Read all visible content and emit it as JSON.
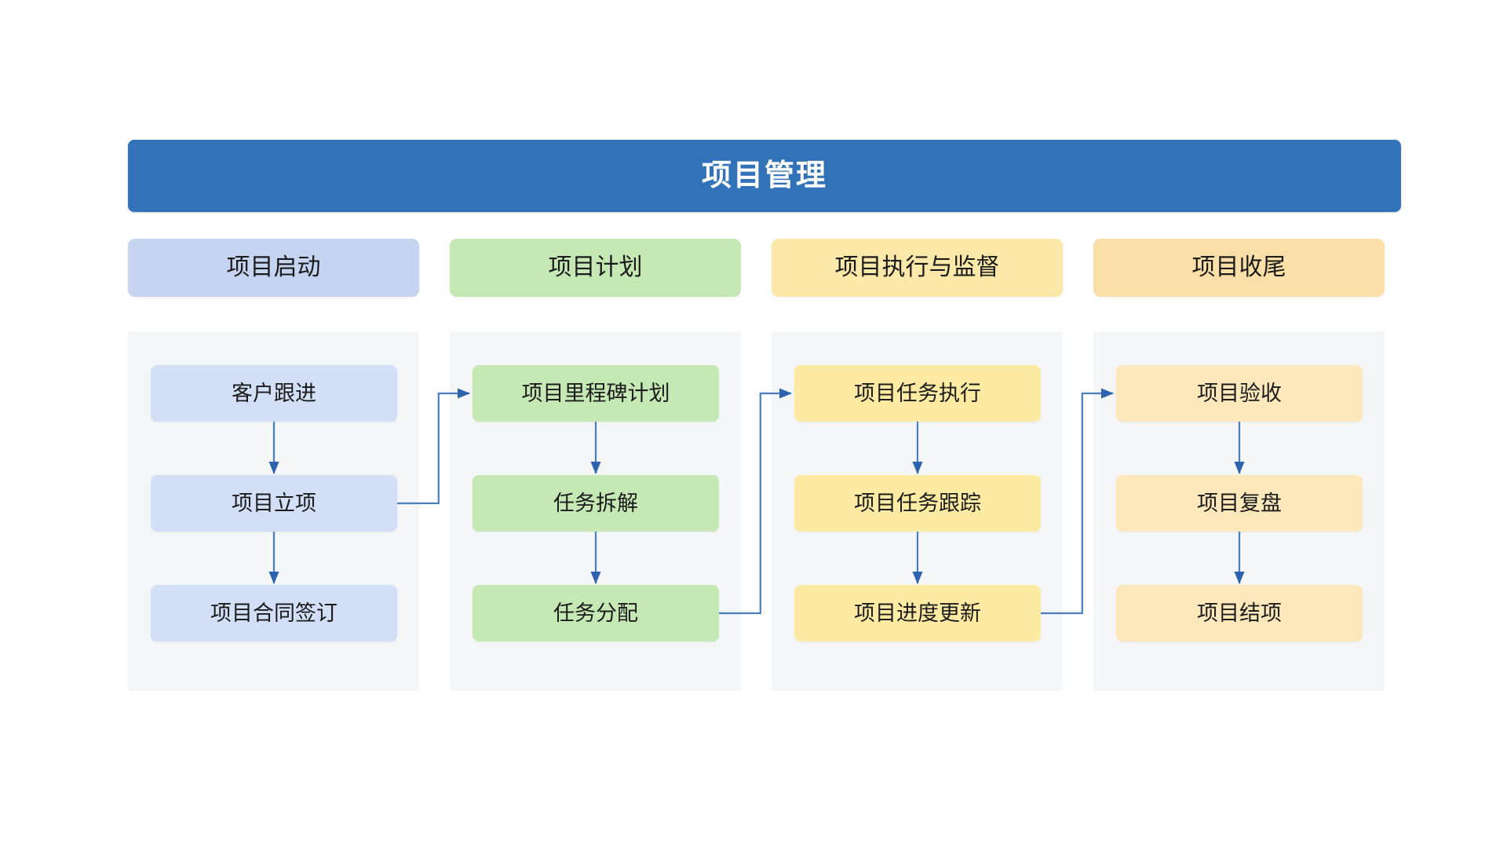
{
  "diagram": {
    "title": "项目管理",
    "title_color": "#3272b8",
    "title_text_color": "#ffffff",
    "background": "#ffffff",
    "panel_color": "#f5f6f7",
    "arrow_color": "#4a7ebb",
    "type": "flowchart",
    "columns": [
      {
        "id": "col-initiation",
        "header": "项目启动",
        "header_color": "#c5d4f0",
        "node_color": "#d2dff7",
        "nodes": [
          {
            "label": "客户跟进"
          },
          {
            "label": "项目立项"
          },
          {
            "label": "项目合同签订"
          }
        ]
      },
      {
        "id": "col-planning",
        "header": "项目计划",
        "header_color": "#c6e8b5",
        "node_color": "#c6e8b5",
        "nodes": [
          {
            "label": "项目里程碑计划"
          },
          {
            "label": "任务拆解"
          },
          {
            "label": "任务分配"
          }
        ]
      },
      {
        "id": "col-execution",
        "header": "项目执行与监督",
        "header_color": "#fce8a8",
        "node_color": "#fdeba3",
        "nodes": [
          {
            "label": "项目任务执行"
          },
          {
            "label": "项目任务跟踪"
          },
          {
            "label": "项目进度更新"
          }
        ]
      },
      {
        "id": "col-closing",
        "header": "项目收尾",
        "header_color": "#fbdfa8",
        "node_color": "#fde8bb",
        "nodes": [
          {
            "label": "项目验收"
          },
          {
            "label": "项目复盘"
          },
          {
            "label": "项目结项"
          }
        ]
      }
    ],
    "flow": [
      {
        "from": "客户跟进",
        "to": "项目立项",
        "kind": "vertical"
      },
      {
        "from": "项目立项",
        "to": "项目合同签订",
        "kind": "vertical"
      },
      {
        "from": "项目立项",
        "to": "项目里程碑计划",
        "kind": "elbow"
      },
      {
        "from": "项目里程碑计划",
        "to": "任务拆解",
        "kind": "vertical"
      },
      {
        "from": "任务拆解",
        "to": "任务分配",
        "kind": "vertical"
      },
      {
        "from": "任务分配",
        "to": "项目任务执行",
        "kind": "elbow"
      },
      {
        "from": "项目任务执行",
        "to": "项目任务跟踪",
        "kind": "vertical"
      },
      {
        "from": "项目任务跟踪",
        "to": "项目进度更新",
        "kind": "vertical"
      },
      {
        "from": "项目进度更新",
        "to": "项目验收",
        "kind": "elbow"
      },
      {
        "from": "项目验收",
        "to": "项目复盘",
        "kind": "vertical"
      },
      {
        "from": "项目复盘",
        "to": "项目结项",
        "kind": "vertical"
      }
    ]
  }
}
